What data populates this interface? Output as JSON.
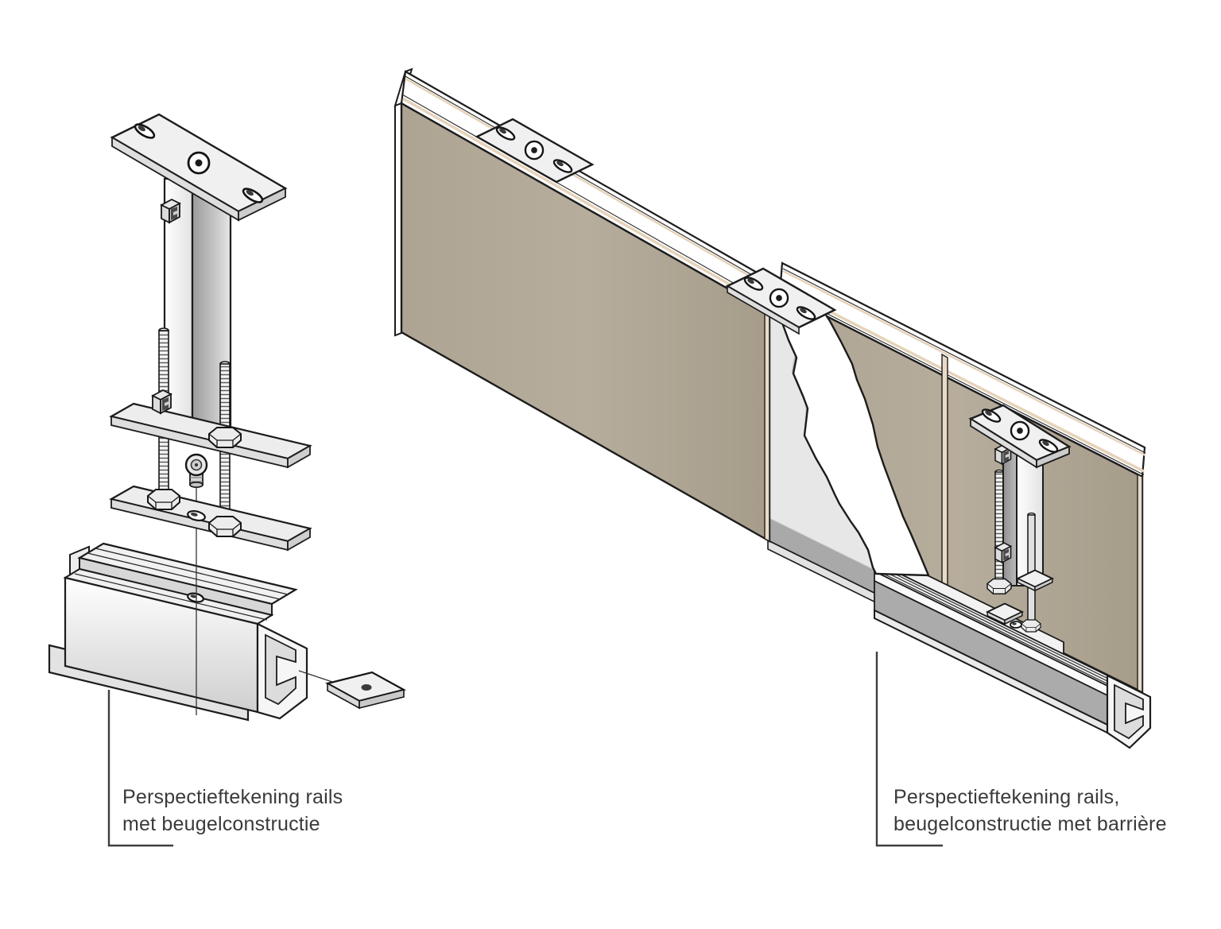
{
  "figure_left": {
    "label_line1": "Perspectieftekening rails",
    "label_line2": "met beugelconstructie"
  },
  "figure_right": {
    "label_line1": "Perspectieftekening rails,",
    "label_line2": "beugelconstructie met barrière"
  },
  "colors": {
    "background": "#ffffff",
    "outline": "#1c1c1c",
    "label_text": "#3a3a3a",
    "panel_tan": "#b3aa99",
    "laminate_edge": "#e9d8c2",
    "metal_light": "#f0f0f0",
    "metal_mid": "#d8d8d8",
    "metal_dark": "#9a9a9a",
    "recess_gray": "#a9a9a9",
    "torn_layer_gray": "#e7e7e7",
    "barrier_white": "#ffffff"
  }
}
